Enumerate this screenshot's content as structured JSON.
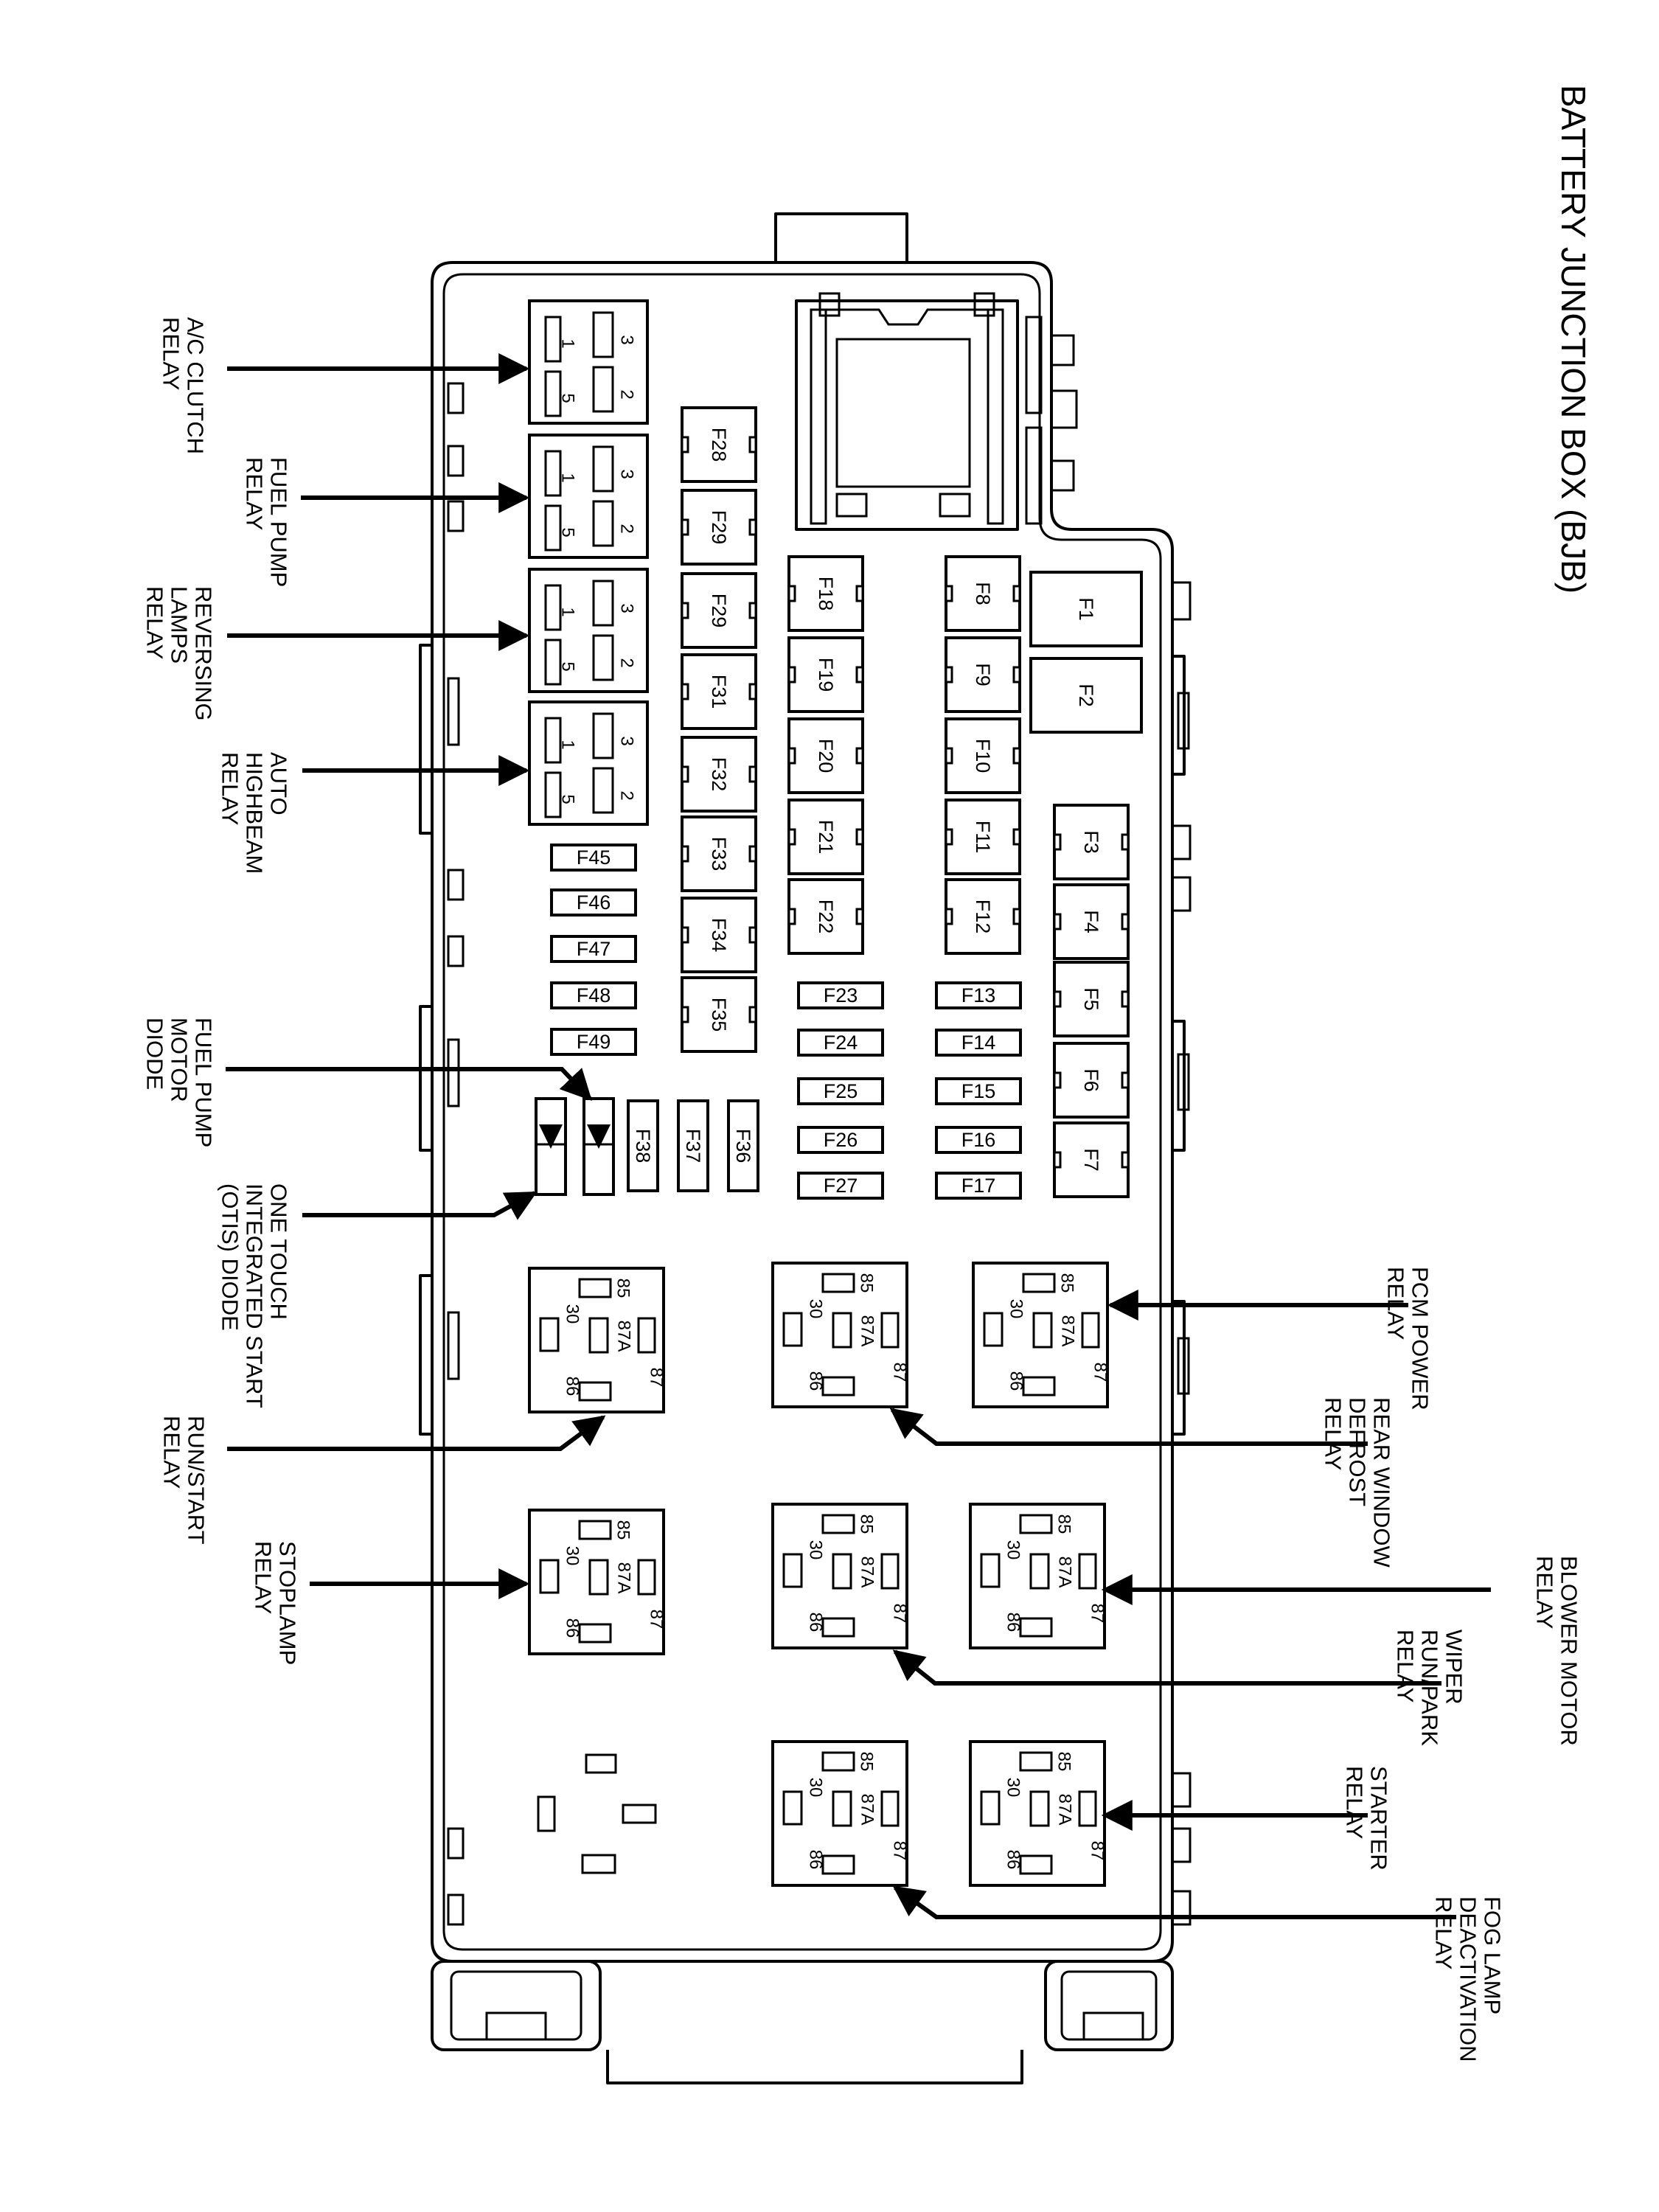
{
  "title": "BATTERY JUNCTION BOX (BJB)",
  "mini_relays": [
    {
      "id": "ac-clutch-relay",
      "pins": [
        "3",
        "2",
        "1",
        "5"
      ]
    },
    {
      "id": "fuel-pump-relay",
      "pins": [
        "3",
        "2",
        "1",
        "5"
      ]
    },
    {
      "id": "reversing-lamps-relay",
      "pins": [
        "3",
        "2",
        "1",
        "5"
      ]
    },
    {
      "id": "auto-highbeam-relay",
      "pins": [
        "3",
        "2",
        "1",
        "5"
      ]
    }
  ],
  "iso_relay_pins": [
    "85",
    "30",
    "87A",
    "87",
    "86"
  ],
  "fuses": {
    "col_top": [
      "F28",
      "F29",
      "F29",
      "F31",
      "F32",
      "F33",
      "F34",
      "F35"
    ],
    "col_mid": [
      "F18",
      "F19",
      "F20",
      "F21",
      "F22"
    ],
    "col_right": [
      "F8",
      "F9",
      "F10",
      "F11",
      "F12"
    ],
    "maxi": [
      "F1",
      "F2"
    ],
    "col_edge": [
      "F3",
      "F4",
      "F5",
      "F6",
      "F7"
    ],
    "col_small_left": [
      "F45",
      "F46",
      "F47",
      "F48",
      "F49"
    ],
    "col_small_mid": [
      "F23",
      "F24",
      "F25",
      "F26",
      "F27"
    ],
    "col_small_right": [
      "F13",
      "F14",
      "F15",
      "F16",
      "F17"
    ],
    "row_misc": [
      "F38",
      "F37",
      "F36"
    ]
  },
  "callouts": {
    "ac_clutch": [
      "A/C CLUTCH",
      "RELAY"
    ],
    "fuel_pump": [
      "FUEL PUMP",
      "RELAY"
    ],
    "reversing": [
      "REVERSING",
      "LAMPS",
      "RELAY"
    ],
    "auto_highbeam": [
      "AUTO",
      "HIGHBEAM",
      "RELAY"
    ],
    "fp_motor_diode": [
      "FUEL PUMP",
      "MOTOR",
      "DIODE"
    ],
    "otis_diode": [
      "ONE TOUCH",
      "INTEGRATED START",
      "(OTIS) DIODE"
    ],
    "run_start": [
      "RUN/START",
      "RELAY"
    ],
    "stoplamp": [
      "STOPLAMP",
      "RELAY"
    ],
    "pcm_power": [
      "PCM POWER",
      "RELAY"
    ],
    "rear_window": [
      "REAR WINDOW",
      "DEFROST",
      "RELAY"
    ],
    "blower_motor": [
      "BLOWER MOTOR",
      "RELAY"
    ],
    "wiper": [
      "WIPER",
      "RUN/PARK",
      "RELAY"
    ],
    "starter": [
      "STARTER",
      "RELAY"
    ],
    "fog_lamp": [
      "FOG LAMP",
      "DEACTIVATION",
      "RELAY"
    ]
  }
}
